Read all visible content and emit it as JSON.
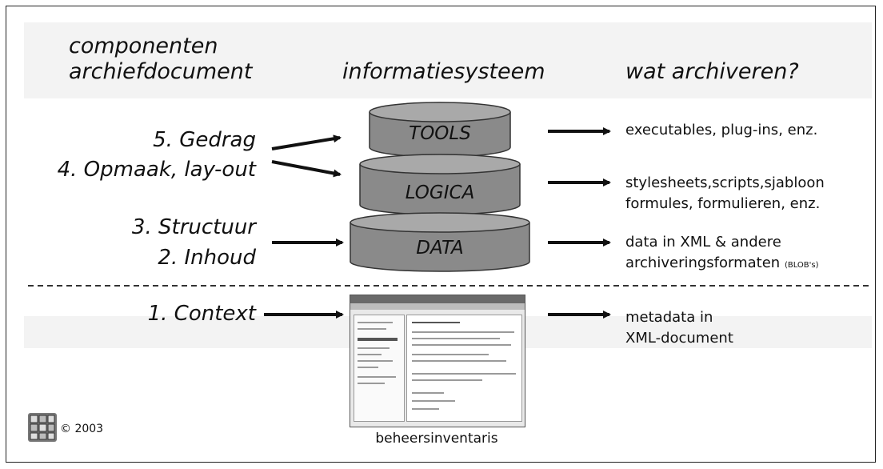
{
  "headers": {
    "left": [
      "componenten",
      "archiefdocument"
    ],
    "middle": "informatiesysteem",
    "right": "wat archiveren?"
  },
  "layers": [
    {
      "name": "TOOLS",
      "components": [
        "5. Gedrag"
      ],
      "archive": [
        "executables, plug-ins, enz."
      ]
    },
    {
      "name": "LOGICA",
      "components": [
        "4. Opmaak, lay-out"
      ],
      "archive": [
        "stylesheets,scripts,sjabloon",
        "formules, formulieren, enz."
      ]
    },
    {
      "name": "DATA",
      "components": [
        "3. Structuur",
        "2. Inhoud"
      ],
      "archive": [
        "data in XML & andere",
        "archiveringsformaten"
      ],
      "archive_note": "(BLOB's)"
    },
    {
      "name": "",
      "components": [
        "1. Context"
      ],
      "archive": [
        "metadata in",
        "XML-document"
      ]
    }
  ],
  "screenshot_caption": "beheersinventaris",
  "copyright": "© 2003",
  "colors": {
    "cylinder_fill": "#8a8a8a",
    "cylinder_top": "#a9a9a9",
    "band": "#f3f3f3",
    "text": "#111111"
  },
  "icons": {
    "screenshot": "application-window-icon",
    "logo": "grid-logo-icon"
  }
}
